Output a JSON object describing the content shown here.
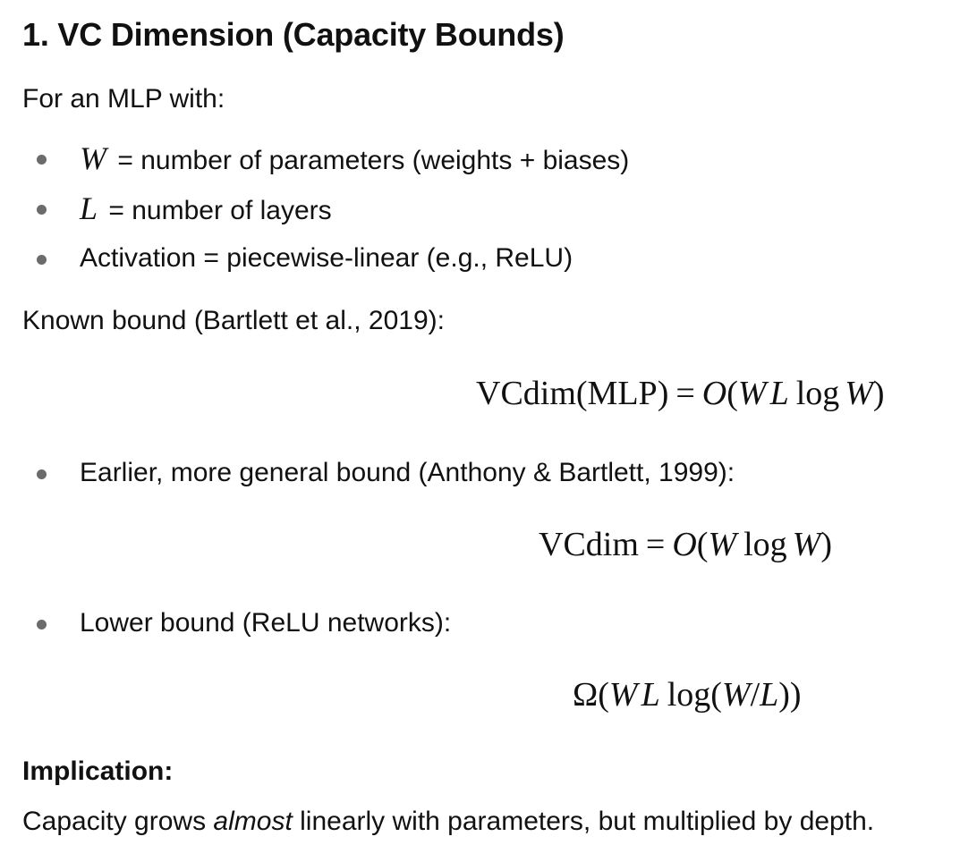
{
  "heading": "1. VC Dimension (Capacity Bounds)",
  "intro": "For an MLP with:",
  "defs": [
    {
      "symbol": "W",
      "text": "= number of parameters (weights + biases)"
    },
    {
      "symbol": "L",
      "text": "= number of layers"
    },
    {
      "symbol": "",
      "text": "Activation = piecewise-linear (e.g., ReLU)"
    }
  ],
  "known_bound_text": "Known bound (Bartlett et al., 2019):",
  "eq1": {
    "lhs": "VCdim(MLP)",
    "eq": "=",
    "o": "O",
    "open": "(",
    "w1": "W",
    "l": "L",
    "log": "log",
    "w2": "W",
    "close": ")"
  },
  "bullet_general": "Earlier, more general bound (Anthony & Bartlett, 1999):",
  "eq2": {
    "lhs": "VCdim",
    "eq": "=",
    "o": "O",
    "open": "(",
    "w1": "W",
    "log": "log",
    "w2": "W",
    "close": ")"
  },
  "bullet_lower": "Lower bound (ReLU networks):",
  "eq3": {
    "omega": "Ω",
    "open": "(",
    "w1": "W",
    "l1": "L",
    "log": "log",
    "open2": "(",
    "w2": "W",
    "slash": "/",
    "l2": "L",
    "close": "))"
  },
  "implication_label": "Implication:",
  "implication": {
    "pre": "Capacity grows ",
    "emph": "almost",
    "post": " linearly with parameters, but multiplied by depth."
  }
}
